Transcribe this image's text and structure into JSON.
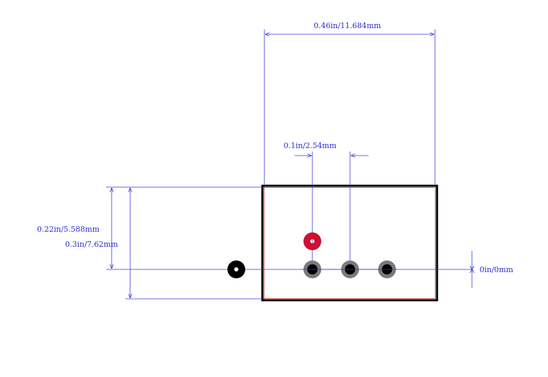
{
  "dimensions": {
    "width_total": "0.46in/11.684mm",
    "pitch": "0.1in/2.54mm",
    "height_small": "0.22in/5.588mm",
    "height_large": "0.3in/7.62mm",
    "baseline": "0in/0mm"
  },
  "colors": {
    "dimension": "#3333dd",
    "outline": "#000000",
    "outline_inner": "#cc3333",
    "pad_gray": "#7a7a7a",
    "pad_red": "#cc1133",
    "hole": "#000000"
  }
}
